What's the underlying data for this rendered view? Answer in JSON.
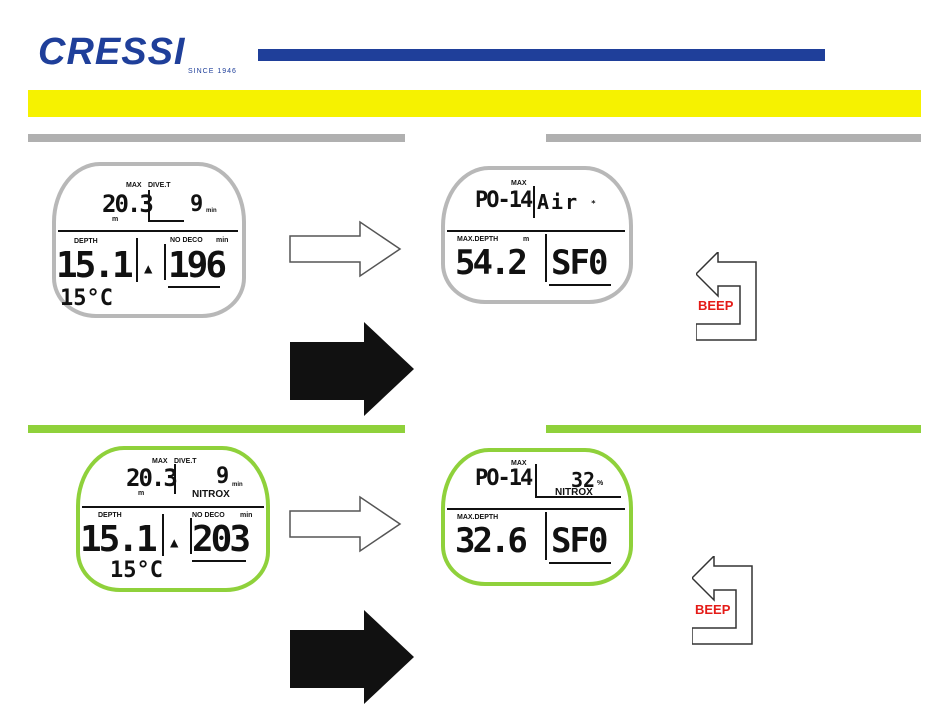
{
  "logo": {
    "word": "CRESSI",
    "since": "SINCE 1946"
  },
  "colors": {
    "brand_blue": "#1f3f9a",
    "band_yellow": "#f6f200",
    "gray": "#b0b0b0",
    "green": "#8fd13b",
    "beep_red": "#e41b17"
  },
  "air_section": {
    "dive_display": {
      "max_label": "MAX",
      "dive_t_label": "DIVE.T",
      "max_depth": "20.3",
      "depth_unit": "m",
      "dive_time": "9",
      "time_unit": "min",
      "depth_label": "DEPTH",
      "depth": "15.1",
      "no_deco_label": "NO DECO",
      "no_deco_unit": "min",
      "no_deco": "196",
      "temp": "15°C"
    },
    "mode_display": {
      "max_label": "MAX",
      "po2": "PO-14",
      "gas": "Air",
      "max_depth_label": "MAX.DEPTH",
      "max_depth_unit": "m",
      "max_depth": "54.2",
      "sf": "SF0"
    },
    "beep": "BEEP"
  },
  "nitrox_section": {
    "dive_display": {
      "max_label": "MAX",
      "dive_t_label": "DIVE.T",
      "max_depth": "20.3",
      "depth_unit": "m",
      "dive_time": "9",
      "time_unit": "min",
      "mix_label": "NITROX",
      "depth_label": "DEPTH",
      "depth": "15.1",
      "no_deco_label": "NO DECO",
      "no_deco_unit": "min",
      "no_deco": "203",
      "temp": "15°C"
    },
    "mode_display": {
      "max_label": "MAX",
      "po2": "PO-14",
      "mix": "32",
      "mix_unit": "%",
      "mix_label": "NITROX",
      "max_depth_label": "MAX.DEPTH",
      "max_depth": "32.6",
      "sf": "SF0"
    },
    "beep": "BEEP"
  }
}
